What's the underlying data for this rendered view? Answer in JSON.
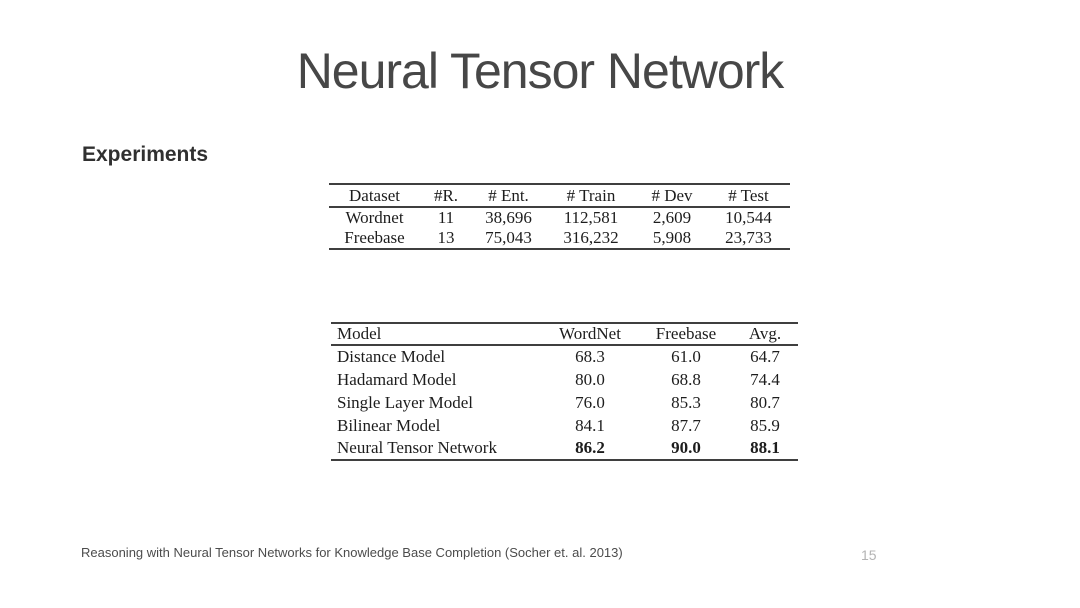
{
  "slide": {
    "title": "Neural Tensor Network",
    "section_label": "Experiments",
    "footer_citation": "Reasoning with Neural Tensor Networks for Knowledge Base Completion (Socher et. al. 2013)",
    "page_number": "15"
  },
  "dataset_table": {
    "headers": [
      "Dataset",
      "#R.",
      "# Ent.",
      "# Train",
      "# Dev",
      "# Test"
    ],
    "rows": [
      [
        "Wordnet",
        "11",
        "38,696",
        "112,581",
        "2,609",
        "10,544"
      ],
      [
        "Freebase",
        "13",
        "75,043",
        "316,232",
        "5,908",
        "23,733"
      ]
    ]
  },
  "results_table": {
    "headers": [
      "Model",
      "WordNet",
      "Freebase",
      "Avg."
    ],
    "rows": [
      [
        "Distance Model",
        "68.3",
        "61.0",
        "64.7"
      ],
      [
        "Hadamard Model",
        "80.0",
        "68.8",
        "74.4"
      ],
      [
        "Single Layer Model",
        "76.0",
        "85.3",
        "80.7"
      ],
      [
        "Bilinear Model",
        "84.1",
        "87.7",
        "85.9"
      ],
      [
        "Neural Tensor Network",
        "86.2",
        "90.0",
        "88.1"
      ]
    ],
    "bold_row_index": 4
  }
}
